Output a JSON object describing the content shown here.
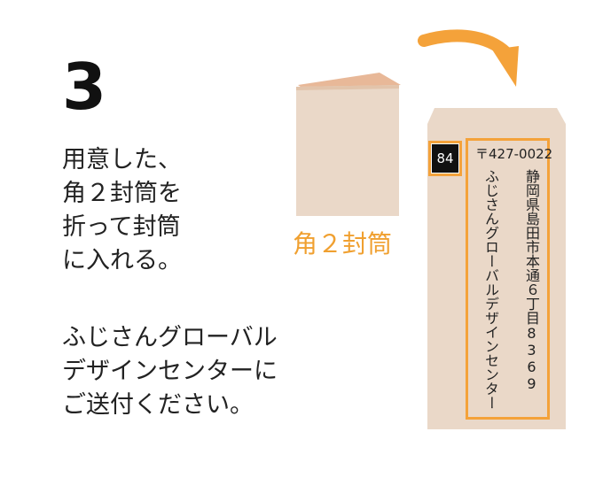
{
  "step": {
    "number": "3",
    "instruction_lines": [
      "用意した、",
      "角２封筒を",
      "折って封筒",
      "に入れる。"
    ],
    "destination_lines": [
      "ふじさんグローバル",
      "デザインセンターに",
      "ご送付ください。"
    ]
  },
  "envelope": {
    "label": "角２封筒",
    "postal_prefix": "84",
    "postal_code": "〒427-0022",
    "address": "静岡県島田市本通６丁目8369",
    "recipient": "ふじさんグローバルデザインセンター"
  },
  "colors": {
    "accent": "#f4a23a",
    "envelope": "#ead8c8",
    "card": "#e8c8b0"
  }
}
